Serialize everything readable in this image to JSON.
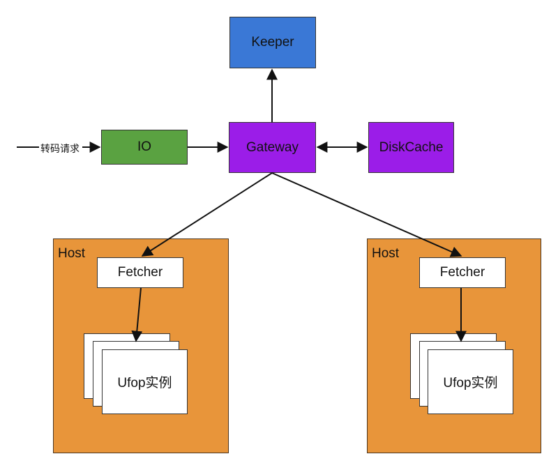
{
  "nodes": {
    "keeper": "Keeper",
    "gateway": "Gateway",
    "diskcache": "DiskCache",
    "io": "IO"
  },
  "request_label": "转码请求",
  "hosts": [
    {
      "label": "Host",
      "fetcher": "Fetcher",
      "instance": "Ufop实例"
    },
    {
      "label": "Host",
      "fetcher": "Fetcher",
      "instance": "Ufop实例"
    }
  ],
  "colors": {
    "keeper": "#3a78d6",
    "gateway": "#9b1de8",
    "diskcache": "#9b1de8",
    "io": "#5aa241",
    "host": "#e8953a"
  }
}
